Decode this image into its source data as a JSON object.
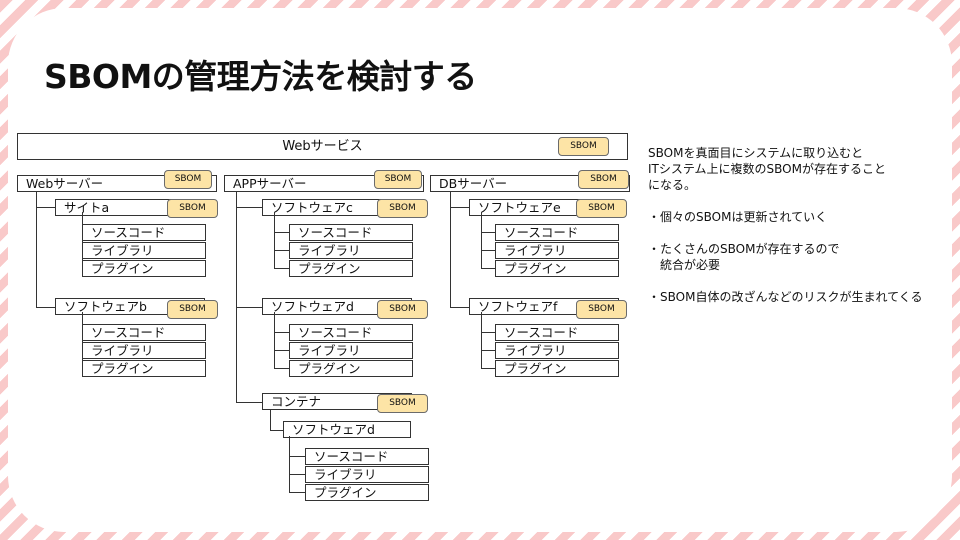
{
  "title": "SBOMの管理方法を検討する",
  "diagram": {
    "sbom_label": "SBOM",
    "web_service": "Webサービス",
    "servers": {
      "web": "Webサーバー",
      "app": "APPサーバー",
      "db": "DBサーバー"
    },
    "nodes": {
      "site_a": "サイトa",
      "software_b": "ソフトウェアb",
      "software_c": "ソフトウェアc",
      "software_d": "ソフトウェアd",
      "container": "コンテナ",
      "container_software_d": "ソフトウェアd",
      "software_e": "ソフトウェアe",
      "software_f": "ソフトウェアf"
    },
    "leaves": [
      "ソースコード",
      "ライブラリ",
      "プラグイン"
    ]
  },
  "notes": {
    "intro": "SBOMを真面目にシステムに取り込むと\nITシステム上に複数のSBOMが存在すること\nになる。",
    "points": [
      "・個々のSBOMは更新されていく",
      "・たくさんのSBOMが存在するので\n　統合が必要",
      "・SBOM自体の改ざんなどのリスクが生まれてくる"
    ]
  }
}
